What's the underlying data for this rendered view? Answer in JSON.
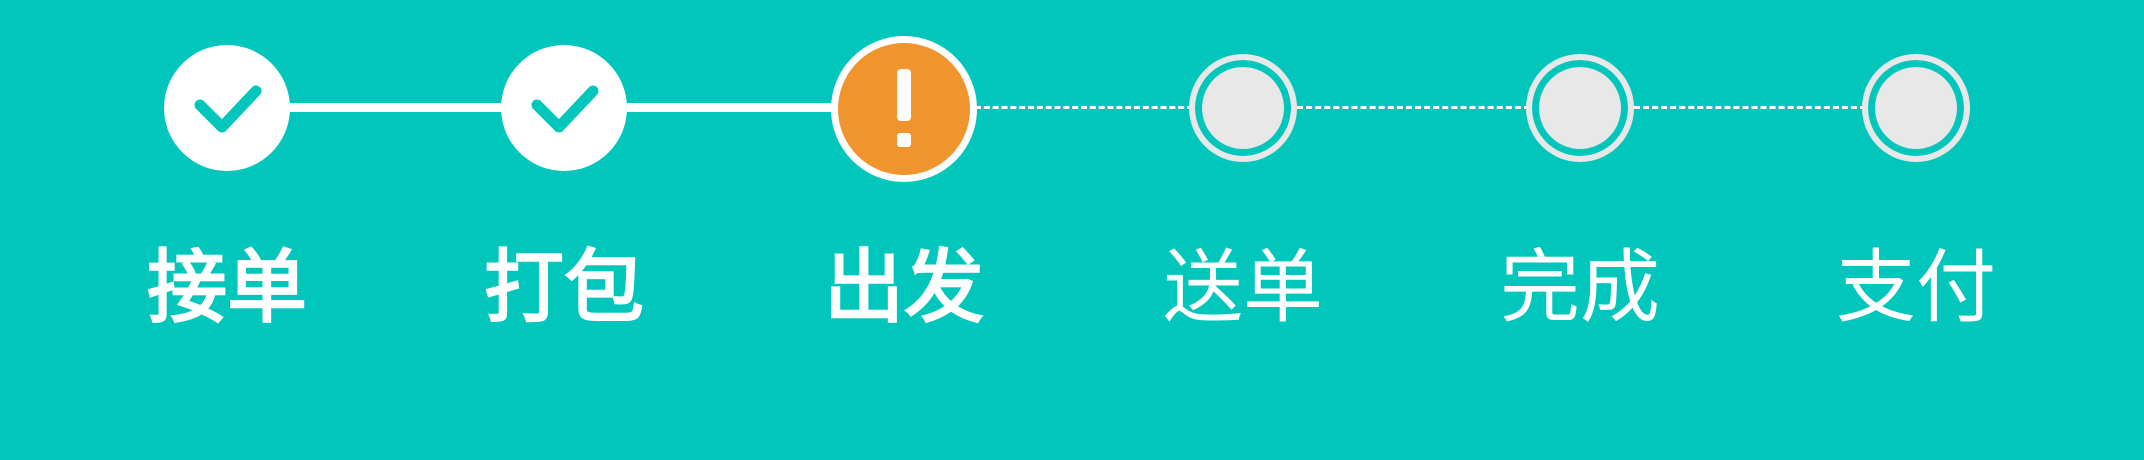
{
  "stepper": {
    "steps": [
      {
        "label": "接单",
        "status": "done",
        "icon": "check-icon"
      },
      {
        "label": "打包",
        "status": "done",
        "icon": "check-icon"
      },
      {
        "label": "出发",
        "status": "current",
        "icon": "exclamation-icon"
      },
      {
        "label": "送单",
        "status": "pending",
        "icon": "ring-icon"
      },
      {
        "label": "完成",
        "status": "pending",
        "icon": "ring-icon"
      },
      {
        "label": "支付",
        "status": "pending",
        "icon": "ring-icon"
      }
    ],
    "current_step": 3,
    "total_steps": 6
  },
  "colors": {
    "background": "#00c6bc",
    "done": "#ffffff",
    "check_mark": "#00c6bc",
    "current": "#f0942e",
    "pending_fill": "#e8e8e8",
    "label": "#ffffff"
  }
}
